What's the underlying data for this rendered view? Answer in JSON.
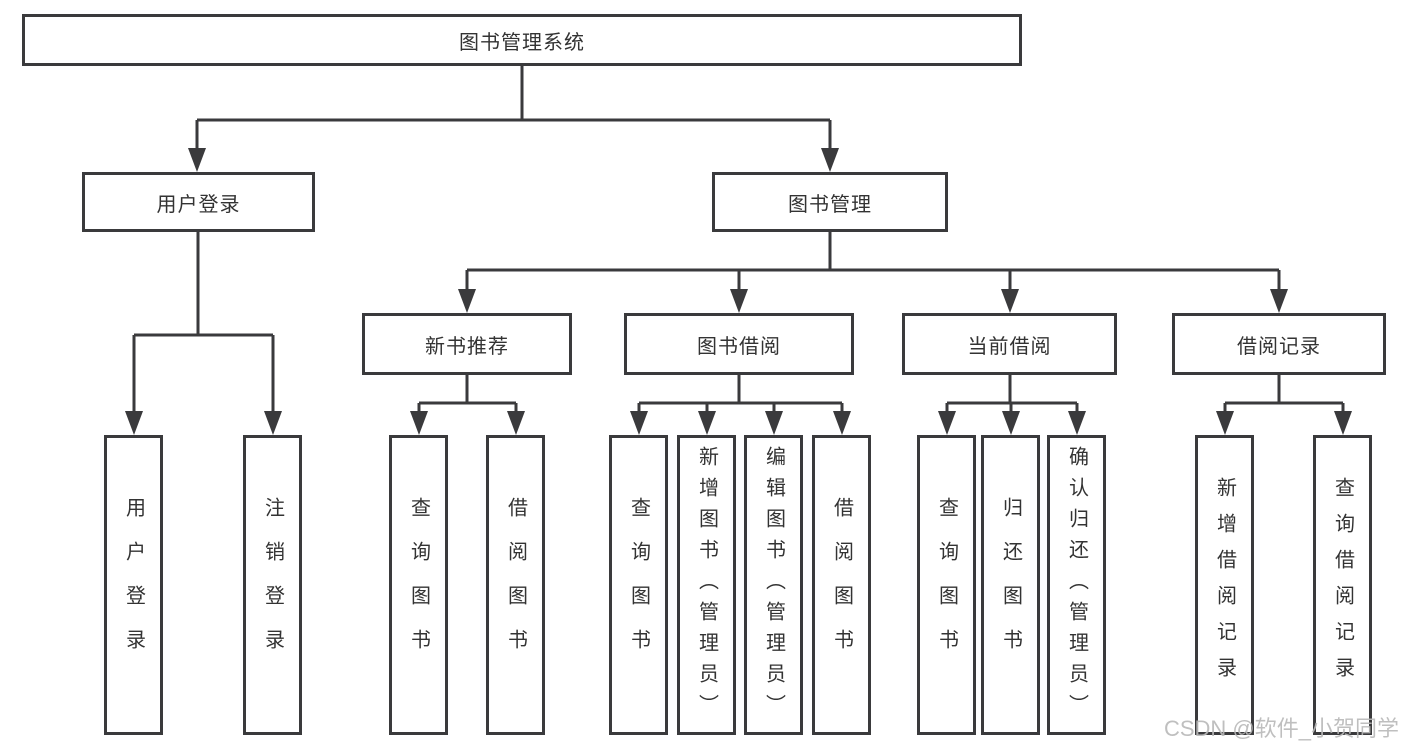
{
  "colors": {
    "line": "#3a3a3c",
    "text": "#333333",
    "box_bg": "#ffffff",
    "watermark": "#b9b9b9"
  },
  "watermark": "CSDN @软件_小贺同学",
  "nodes": {
    "root": {
      "label": "图书管理系统"
    },
    "user_login": {
      "label": "用户登录"
    },
    "book_mgmt": {
      "label": "图书管理"
    },
    "new_book_rec": {
      "label": "新书推荐"
    },
    "book_borrow": {
      "label": "图书借阅"
    },
    "current_borrow": {
      "label": "当前借阅"
    },
    "borrow_records": {
      "label": "借阅记录"
    },
    "login": {
      "label": "用户登录"
    },
    "logout": {
      "label": "注销登录"
    },
    "rec_query_books": {
      "label": "查询图书"
    },
    "rec_borrow_books": {
      "label": "借阅图书"
    },
    "bb_query_books": {
      "label": "查询图书"
    },
    "bb_add_books": {
      "label": "新增图书（管理员）"
    },
    "bb_edit_books": {
      "label": "编辑图书（管理员）"
    },
    "bb_borrow_books": {
      "label": "借阅图书"
    },
    "cb_query_books": {
      "label": "查询图书"
    },
    "cb_return_books": {
      "label": "归还图书"
    },
    "cb_confirm_return": {
      "label": "确认归还（管理员）"
    },
    "br_add_record": {
      "label": "新增借阅记录"
    },
    "br_query_record": {
      "label": "查询借阅记录"
    }
  }
}
